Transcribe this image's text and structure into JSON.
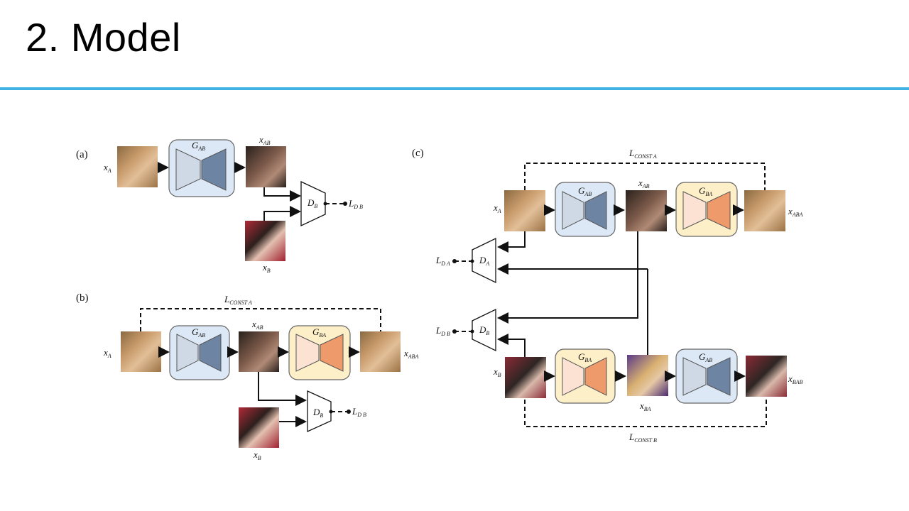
{
  "title": "2. Model",
  "panels": {
    "a": "(a)",
    "b": "(b)",
    "c": "(c)"
  },
  "labels": {
    "x": "x",
    "G": "G",
    "D": "D",
    "L": "L",
    "A": "A",
    "B": "B",
    "AB": "AB",
    "BA": "BA",
    "ABA": "ABA",
    "BAB": "BAB",
    "CONST_A": "CONST A",
    "CONST_B": "CONST B",
    "DA": "D A",
    "DB": "D B"
  },
  "colors": {
    "accent_rule": "#3fb1e5",
    "gen_ab_box": "#dce8f5",
    "gen_ab_dark": "#6e84a3",
    "gen_ab_light": "#cfd9e6",
    "gen_ba_box": "#fdefc8",
    "gen_ba_dark": "#ef9a6a",
    "gen_ba_light": "#fbe2d2"
  }
}
